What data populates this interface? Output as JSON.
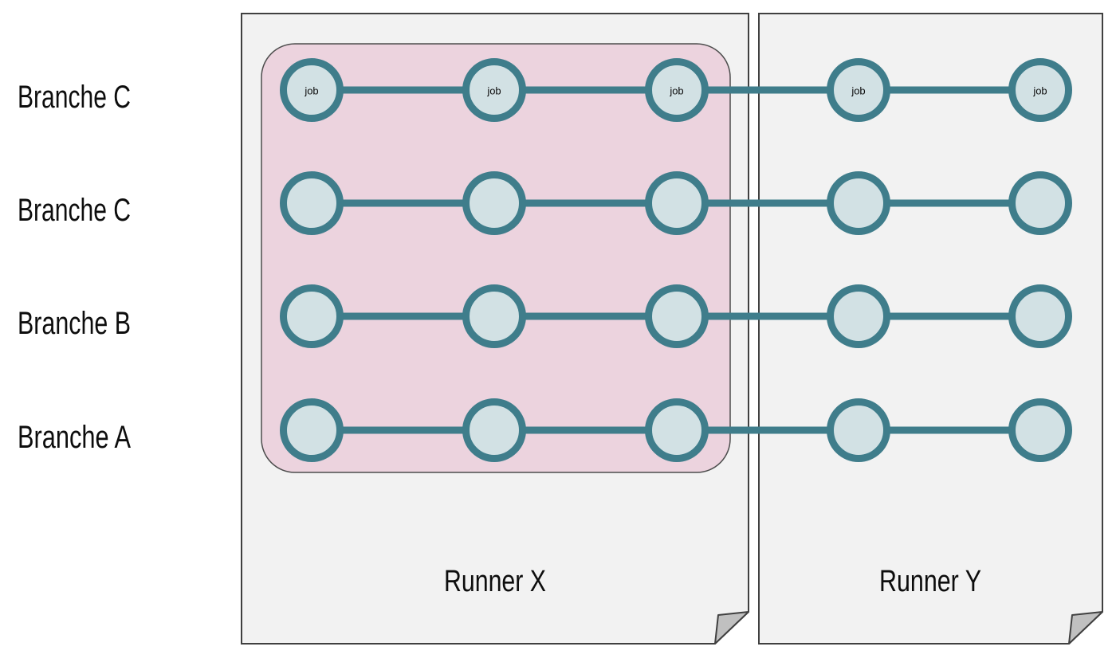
{
  "branches": [
    {
      "label": "Branche C"
    },
    {
      "label": "Branche C"
    },
    {
      "label": "Branche B"
    },
    {
      "label": "Branche A"
    }
  ],
  "runners": [
    {
      "label": "Runner X",
      "job_columns": 3
    },
    {
      "label": "Runner Y",
      "job_columns": 2
    }
  ],
  "node_label": "job",
  "labeled_row": 0,
  "colors": {
    "panel_bg": "#f2f2f2",
    "panel_border": "#404040",
    "highlight_bg": "#ecd3de",
    "highlight_border": "#4d4d4d",
    "node_fill": "#d2e1e4",
    "node_stroke": "#3f7d8b",
    "connector": "#3f7d8b",
    "fold_fill": "#c0c0c0",
    "text": "#0d0d0d",
    "canvas_bg": "#ffffff"
  }
}
